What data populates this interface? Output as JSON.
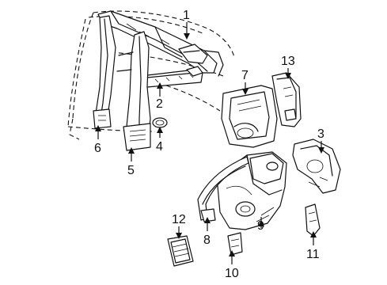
{
  "callouts": [
    {
      "id": "1",
      "label": "1"
    },
    {
      "id": "2",
      "label": "2"
    },
    {
      "id": "3",
      "label": "3"
    },
    {
      "id": "4",
      "label": "4"
    },
    {
      "id": "5",
      "label": "5"
    },
    {
      "id": "6",
      "label": "6"
    },
    {
      "id": "7",
      "label": "7"
    },
    {
      "id": "8",
      "label": "8"
    },
    {
      "id": "9",
      "label": "9"
    },
    {
      "id": "10",
      "label": "10"
    },
    {
      "id": "11",
      "label": "11"
    },
    {
      "id": "12",
      "label": "12"
    },
    {
      "id": "13",
      "label": "13"
    }
  ],
  "colors": {
    "ink": "#111111",
    "background": "#ffffff"
  }
}
